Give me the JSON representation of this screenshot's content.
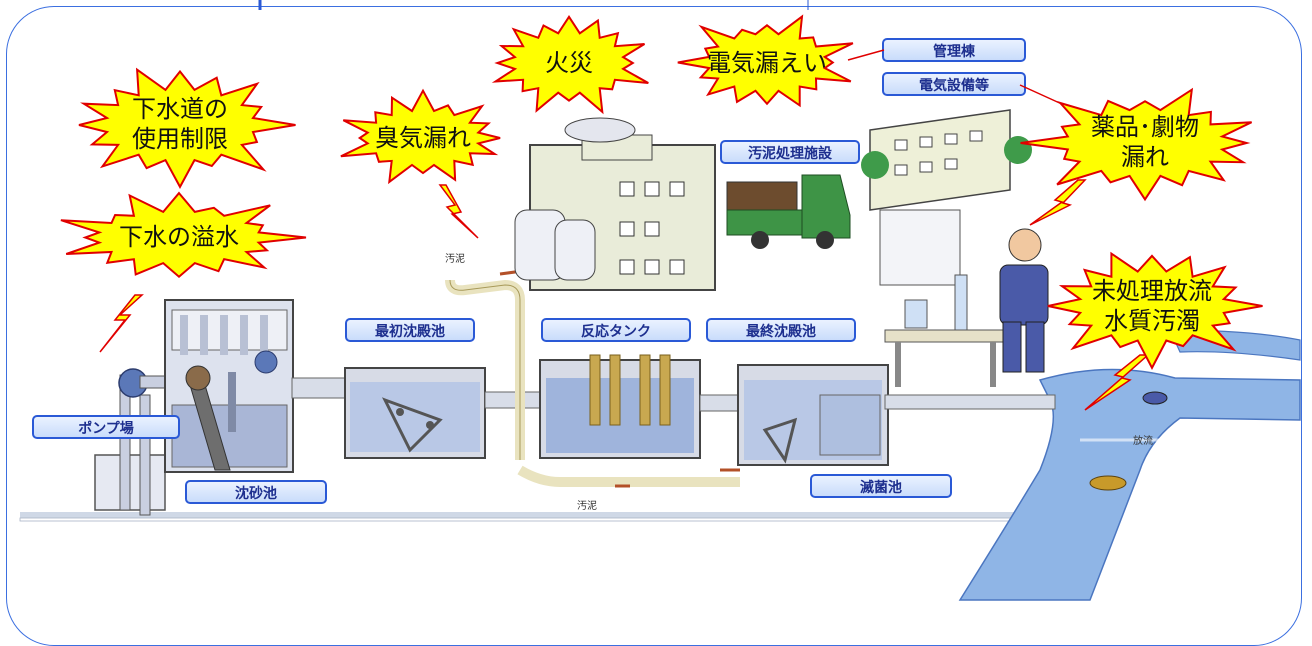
{
  "labels": {
    "pump": "ポンプ場",
    "grit": "沈砂池",
    "primary": "最初沈殿池",
    "reaction": "反応タンク",
    "final": "最終沈殿池",
    "disinfect": "滅菌池",
    "sludge_facility": "汚泥処理施設",
    "admin": "管理棟",
    "electric": "電気設備等"
  },
  "hazards": {
    "sewer_line1": "下水道の",
    "sewer_line2": "使用制限",
    "overflow": "下水の溢水",
    "odor": "臭気漏れ",
    "fire": "火災",
    "leak": "電気漏えい",
    "chem_line1": "薬品･劇物",
    "chem_line2": "漏れ",
    "discharge_line1": "未処理放流",
    "discharge_line2": "水質汚濁"
  },
  "small_text": {
    "sludge_top": "汚泥",
    "sludge_bottom": "汚泥",
    "outflow": "放流"
  },
  "colors": {
    "frame": "#3b6fe0",
    "burst_fill": "#ffff00",
    "burst_stroke": "#e00000",
    "label_border": "#2a59d6",
    "label_text": "#1d2f8f",
    "tank_water": "#a9c4ea",
    "river": "#8fb5e6"
  }
}
